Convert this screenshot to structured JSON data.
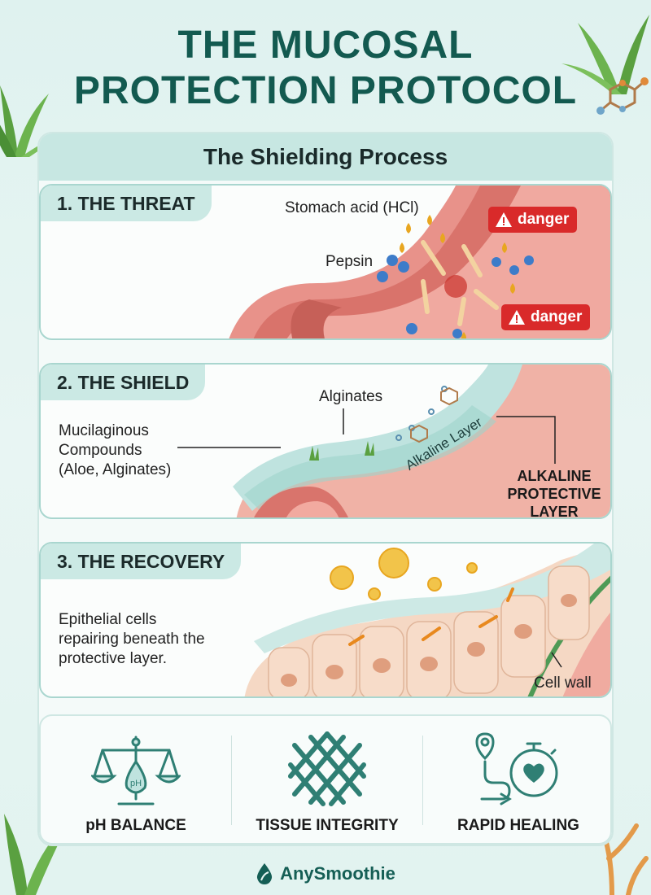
{
  "title": {
    "line1": "THE MUCOSAL",
    "line2": "PROTECTION PROTOCOL"
  },
  "process_header": "The Shielding Process",
  "stages": [
    {
      "label": "1. THE THREAT",
      "acid_label": "Stomach acid (HCl)",
      "pepsin_label": "Pepsin",
      "danger_labels": [
        "danger",
        "danger"
      ]
    },
    {
      "label": "2. THE SHIELD",
      "compounds_label": [
        "Mucilaginous",
        "Compounds",
        "(Aloe, Alginates)"
      ],
      "alginates_label": "Alginates",
      "alkaline_layer_label": "Alkaline Layer",
      "alkaline_protective_label": [
        "ALKALINE",
        "PROTECTIVE",
        "LAYER"
      ]
    },
    {
      "label": "3. THE RECOVERY",
      "description": [
        "Epithelial cells",
        "repairing beneath the",
        "protective layer."
      ],
      "cell_wall_label": "Cell wall"
    }
  ],
  "benefits": [
    {
      "label": "pH BALANCE",
      "icon": "scale-icon",
      "icon_text": "pH"
    },
    {
      "label": "TISSUE INTEGRITY",
      "icon": "mesh-icon"
    },
    {
      "label": "RAPID HEALING",
      "icon": "stopwatch-heart-icon"
    }
  ],
  "brand": {
    "name": "AnySmoothie",
    "icon": "drop-leaf-icon"
  },
  "colors": {
    "title": "#135a50",
    "danger": "#d92a2a",
    "stage_label_bg": "#cbe9e4",
    "tissue": "#e9978e",
    "alkaline_layer": "#bfe3df",
    "icon_teal": "#2f7f74"
  }
}
